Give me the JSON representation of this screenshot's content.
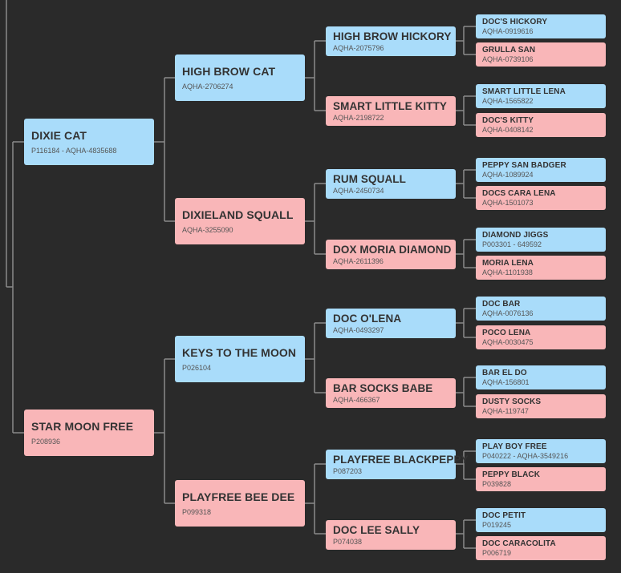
{
  "pedigree": {
    "sire": {
      "name": "DIXIE CAT",
      "reg": "P116184 - AQHA-4835688",
      "sex": "male"
    },
    "dam": {
      "name": "STAR MOON FREE",
      "reg": "P208936",
      "sex": "female"
    },
    "sire_sire": {
      "name": "HIGH BROW CAT",
      "reg": "AQHA-2706274",
      "sex": "male"
    },
    "sire_dam": {
      "name": "DIXIELAND SQUALL",
      "reg": "AQHA-3255090",
      "sex": "female"
    },
    "dam_sire": {
      "name": "KEYS TO THE MOON",
      "reg": "P026104",
      "sex": "male"
    },
    "dam_dam": {
      "name": "PLAYFREE BEE DEE",
      "reg": "P099318",
      "sex": "female"
    },
    "g3": [
      {
        "name": "HIGH BROW HICKORY",
        "reg": "AQHA-2075796",
        "sex": "male"
      },
      {
        "name": "SMART LITTLE KITTY",
        "reg": "AQHA-2198722",
        "sex": "female"
      },
      {
        "name": "RUM SQUALL",
        "reg": "AQHA-2450734",
        "sex": "male"
      },
      {
        "name": "DOX MORIA DIAMOND",
        "reg": "AQHA-2611396",
        "sex": "female"
      },
      {
        "name": "DOC O'LENA",
        "reg": "AQHA-0493297",
        "sex": "male"
      },
      {
        "name": "BAR SOCKS BABE",
        "reg": "AQHA-466367",
        "sex": "female"
      },
      {
        "name": "PLAYFREE BLACKPEPPY",
        "reg": "P087203",
        "sex": "male"
      },
      {
        "name": "DOC LEE SALLY",
        "reg": "P074038",
        "sex": "female"
      }
    ],
    "g4": [
      {
        "name": "DOC'S HICKORY",
        "reg": "AQHA-0919616",
        "sex": "male"
      },
      {
        "name": "GRULLA SAN",
        "reg": "AQHA-0739106",
        "sex": "female"
      },
      {
        "name": "SMART LITTLE LENA",
        "reg": "AQHA-1565822",
        "sex": "male"
      },
      {
        "name": "DOC'S KITTY",
        "reg": "AQHA-0408142",
        "sex": "female"
      },
      {
        "name": "PEPPY SAN BADGER",
        "reg": "AQHA-1089924",
        "sex": "male"
      },
      {
        "name": "DOCS CARA LENA",
        "reg": "AQHA-1501073",
        "sex": "female"
      },
      {
        "name": "DIAMOND JIGGS",
        "reg": "P003301 - 649592",
        "sex": "male"
      },
      {
        "name": "MORIA LENA",
        "reg": "AQHA-1101938",
        "sex": "female"
      },
      {
        "name": "DOC BAR",
        "reg": "AQHA-0076136",
        "sex": "male"
      },
      {
        "name": "POCO LENA",
        "reg": "AQHA-0030475",
        "sex": "female"
      },
      {
        "name": "BAR EL DO",
        "reg": "AQHA-156801",
        "sex": "male"
      },
      {
        "name": "DUSTY SOCKS",
        "reg": "AQHA-119747",
        "sex": "female"
      },
      {
        "name": "PLAY BOY FREE",
        "reg": "P040222 - AQHA-3549216",
        "sex": "male"
      },
      {
        "name": "PEPPY BLACK",
        "reg": "P039828",
        "sex": "female"
      },
      {
        "name": "DOC PETIT",
        "reg": "P019245",
        "sex": "male"
      },
      {
        "name": "DOC CARACOLITA",
        "reg": "P006719",
        "sex": "female"
      }
    ]
  },
  "colors": {
    "male": "#a9dcfa",
    "female": "#f9b6b8",
    "background": "#2a2a2a",
    "connector": "#8a8a8a"
  }
}
